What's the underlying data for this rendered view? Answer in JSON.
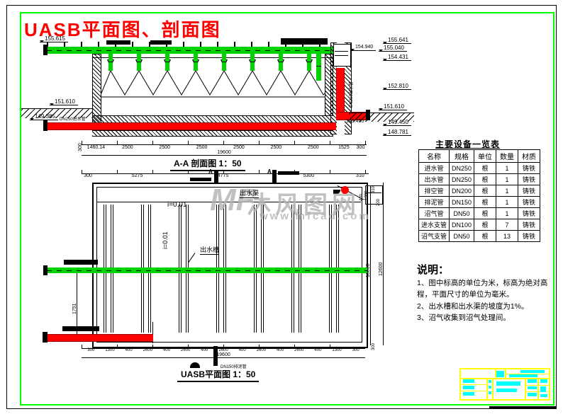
{
  "page": {
    "title": "UASB平面图、剖面图"
  },
  "colors": {
    "accent_red": "#ff0000",
    "pipe_green": "#00d400",
    "pipe_red": "#ff0000",
    "frame_green": "#00ff00",
    "titleblock_yellow": "#ffff00",
    "titleblock_cyan": "#00ffff",
    "watermark_gray": "#b2b2b2"
  },
  "section": {
    "title": "A-A 剖面图 1：50",
    "left_elevations": [
      "155.615",
      "151.610",
      "149.385"
    ],
    "inlet_note": "DN250进水管",
    "right_elevations": [
      "155.641",
      "155.040",
      "154.431",
      "152.810",
      "151.610",
      "149.450",
      "148.781"
    ],
    "weir_elevation": "154.940",
    "elbow_elevation": "149.450",
    "pipe_note_vertical": "DN250出水管",
    "dim_left_end": "300",
    "dim_chain": [
      "1460.14",
      "2500",
      "2500",
      "2500",
      "2500",
      "2500",
      "2500",
      "1525",
      "300"
    ],
    "dim_total": "19600"
  },
  "plan": {
    "title": "UASB平面图 1：50",
    "top_dims": [
      "300",
      "5275",
      "4775",
      "5300",
      "310"
    ],
    "slope_label": "i=0.01",
    "slope_label_rotated": "i=0.01",
    "channel_label": "出水渠",
    "trough_label": "出水槽",
    "drain_note": "DN150排泥管",
    "section_mark": "A",
    "bottom_dims": [
      "300",
      "1300",
      "400",
      "2600",
      "400",
      "2600",
      "400",
      "2600",
      "400",
      "2600",
      "400",
      "2600",
      "400",
      "1300",
      "300"
    ],
    "bottom_total": "19600",
    "right_dims": {
      "d310": "310",
      "d1300": "1300",
      "d200": "200",
      "d400": "400",
      "d10000": "10000",
      "d12600": "12600",
      "d300": "300"
    },
    "left_dim": "1751"
  },
  "equipment_table": {
    "title": "主要设备一览表",
    "headers": [
      "名称",
      "规格",
      "单位",
      "数量",
      "材质"
    ],
    "rows": [
      [
        "进水管",
        "DN250",
        "根",
        "1",
        "铸铁"
      ],
      [
        "出水管",
        "DN250",
        "根",
        "1",
        "铸铁"
      ],
      [
        "排空管",
        "DN200",
        "根",
        "1",
        "铸铁"
      ],
      [
        "排泥管",
        "DN150",
        "根",
        "1",
        "铸铁"
      ],
      [
        "沼气管",
        "DN50",
        "根",
        "1",
        "铸铁"
      ],
      [
        "进水支管",
        "DN100",
        "根",
        "7",
        "铸铁"
      ],
      [
        "沼气支管",
        "DN50",
        "根",
        "13",
        "铸铁"
      ]
    ]
  },
  "notes": {
    "title": "说明：",
    "items": [
      "1、图中标高的单位为米，标高为绝对高程，平面尺寸的单位为毫米。",
      "2、出水槽和出水渠的坡度为1%。",
      "3、沼气收集到沼气处理间。"
    ]
  },
  "watermark": {
    "logo": "MF",
    "name": "沐风图网",
    "url": "www.mfcad.com"
  }
}
